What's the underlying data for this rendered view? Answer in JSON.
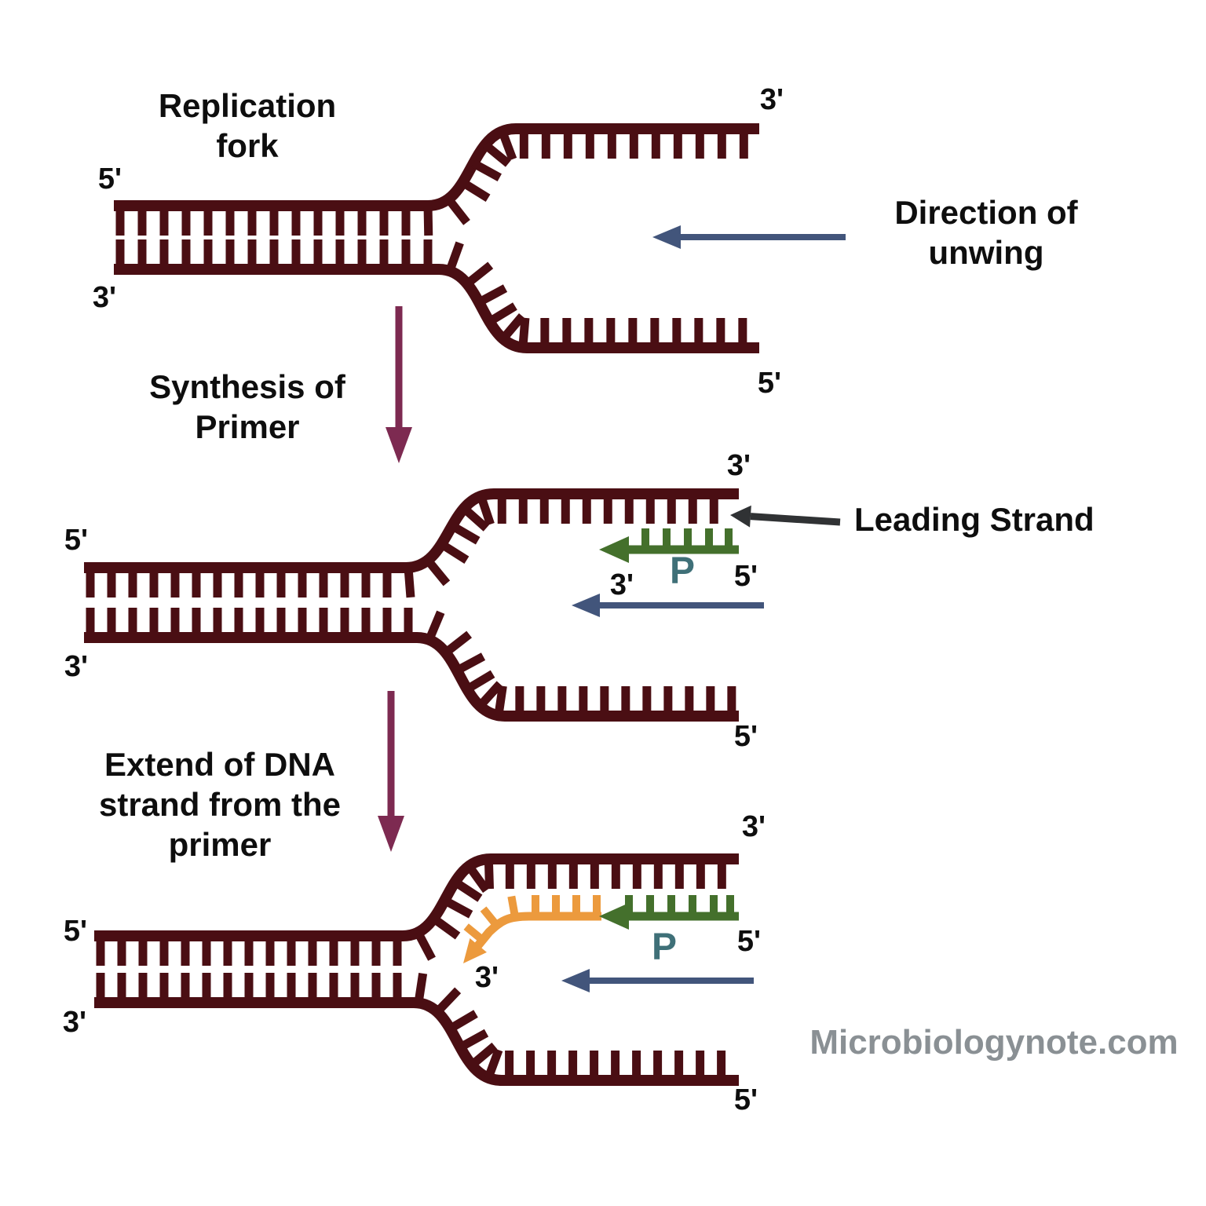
{
  "canvas": {
    "background": "#ffffff"
  },
  "colors": {
    "dna": "#4a0e13",
    "primer": "#44702c",
    "extension": "#ec9a3d",
    "arrow_blue": "#42557b",
    "arrow_purple": "#7d2a51",
    "arrow_black": "#303234",
    "primer_letter": "#3f7078",
    "text": "#0e0e0e",
    "watermark": "#8a9094"
  },
  "stage1": {
    "title": "Replication fork",
    "direction_label": "Direction of unwing",
    "end_labels": {
      "left_top": "5'",
      "left_bottom": "3'",
      "right_top": "3'",
      "right_bottom": "5'"
    }
  },
  "steps": {
    "step1": "Synthesis of Primer",
    "step2": "Extend of DNA strand from the primer"
  },
  "stage2": {
    "leading_label": "Leading Strand",
    "end_labels": {
      "left_top": "5'",
      "left_bottom": "3'",
      "right_top": "3'",
      "right_bottom": "5'"
    },
    "primer": {
      "letter": "P",
      "left_end": "3'",
      "right_end": "5'"
    }
  },
  "stage3": {
    "end_labels": {
      "left_top": "5'",
      "left_bottom": "3'",
      "right_top": "3'",
      "right_bottom": "5'"
    },
    "primer": {
      "letter": "P",
      "right_end": "5'"
    },
    "extension_end": "3'"
  },
  "watermark": "Microbiologynote.com"
}
